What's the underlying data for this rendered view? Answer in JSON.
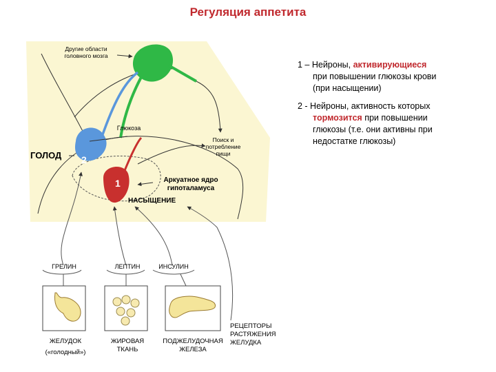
{
  "title": "Регуляция аппетита",
  "labels": {
    "other_brain_line1": "Другие области",
    "other_brain_line2": "головного мозга",
    "glucose": "Глюкоза",
    "hunger": "ГОЛОД",
    "neuron2": "2",
    "neuron1": "1",
    "search_line1": "Поиск и",
    "search_line2": "потребление",
    "search_line3": "пищи",
    "arcuate_line1": "Аркуатное ядро",
    "arcuate_line2": "гипоталамуса",
    "satiety": "НАСЫЩЕНИЕ",
    "ghrelin": "ГРЕЛИН",
    "leptin": "ЛЕПТИН",
    "insulin": "ИНСУЛИН",
    "stomach_line1": "ЖЕЛУДОК",
    "stomach_line2": "(«голодный»)",
    "fat_line1": "ЖИРОВАЯ",
    "fat_line2": "ТКАНЬ",
    "pancreas_line1": "ПОДЖЕЛУДОЧНАЯ",
    "pancreas_line2": "ЖЕЛЕЗА",
    "receptors_line1": "РЕЦЕПТОРЫ",
    "receptors_line2": "РАСТЯЖЕНИЯ",
    "receptors_line3": "ЖЕЛУДКА"
  },
  "legend": {
    "item1_prefix": "1 – Нейроны, ",
    "item1_highlight": "активирующиеся",
    "item1_line2": "при повышении глюкозы крови",
    "item1_line3": "(при насыщении)",
    "item2_line1": "2 - Нейроны, активность которых",
    "item2_highlight": "тормозится",
    "item2_line2_rest": " при повышении",
    "item2_line3": "глюкозы (т.е. они активны при",
    "item2_line4": "недостатке глюкозы)"
  },
  "colors": {
    "title": "#c0282d",
    "brain_fill": "#fbf6d2",
    "neuron_green": "#2fb846",
    "neuron_blue": "#5a97dc",
    "neuron_red": "#c8302e",
    "highlight_red": "#c0282d"
  }
}
